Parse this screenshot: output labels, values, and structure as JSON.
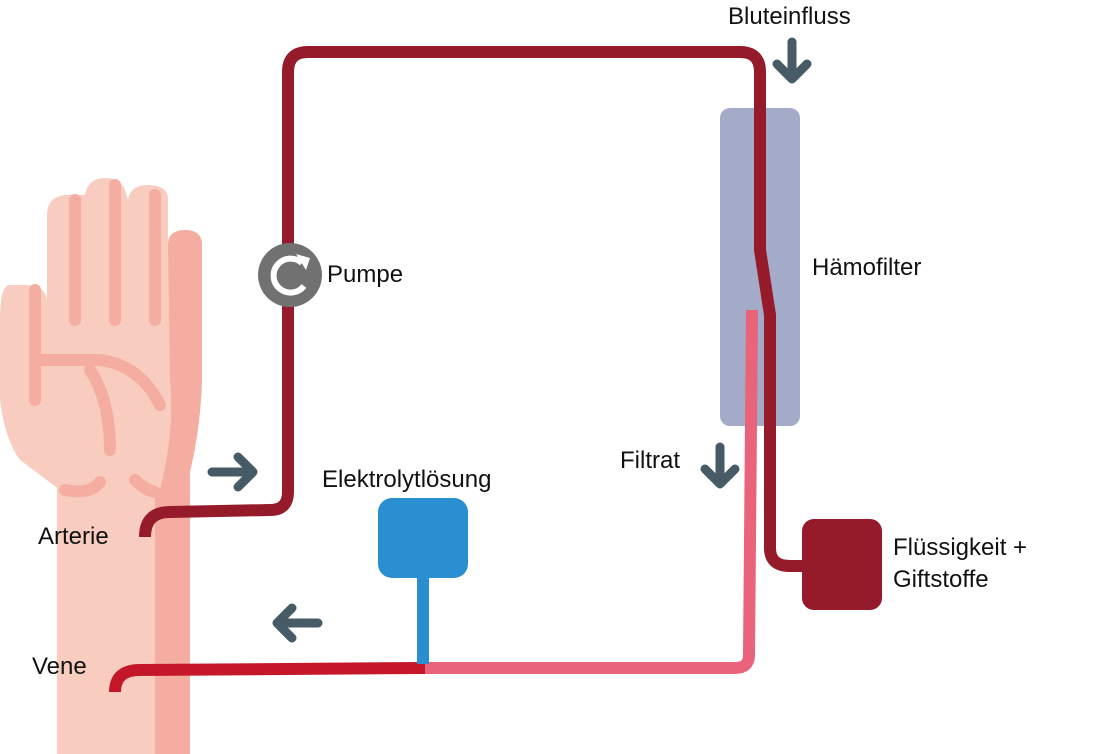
{
  "labels": {
    "blood_inflow": "Bluteinfluss",
    "pump": "Pumpe",
    "hemofilter": "Hämofilter",
    "filtrate": "Filtrat",
    "electrolyte": "Elektrolytlösung",
    "artery": "Arterie",
    "vein": "Vene",
    "waste_line1": "Flüssigkeit +",
    "waste_line2": "Giftstoffe"
  },
  "colors": {
    "arterial": "#951b2a",
    "filtrate": "#e9637a",
    "venous": "#c4182a",
    "electrolyte": "#2a8fd0",
    "filter": "#a3abc9",
    "arrow": "#465b66",
    "pump": "#717171",
    "skin_light": "#f8cdc0",
    "skin_dark": "#f4ada0"
  }
}
